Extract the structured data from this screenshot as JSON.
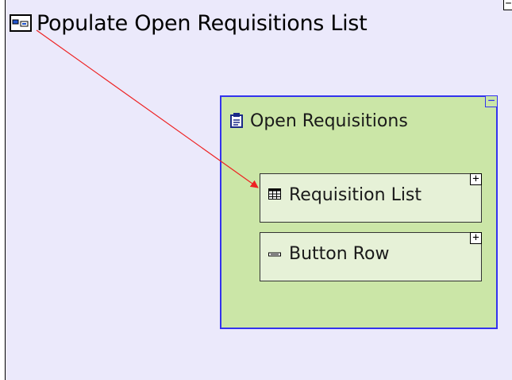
{
  "outer": {
    "title": "Populate Open Requisitions List",
    "icon": "form-icon",
    "toggle": "−"
  },
  "container": {
    "title": "Open Requisitions",
    "icon": "clipboard-icon",
    "toggle": "−",
    "border_color": "#3333ee",
    "fill_color": "#cbe6a7"
  },
  "children": [
    {
      "title": "Requisition List",
      "icon": "table-icon",
      "toggle": "+"
    },
    {
      "title": "Button Row",
      "icon": "button-row-icon",
      "toggle": "+"
    }
  ],
  "colors": {
    "background": "#ebe9fb",
    "arrow": "#ee2222",
    "child_fill": "#e6f1d7"
  }
}
